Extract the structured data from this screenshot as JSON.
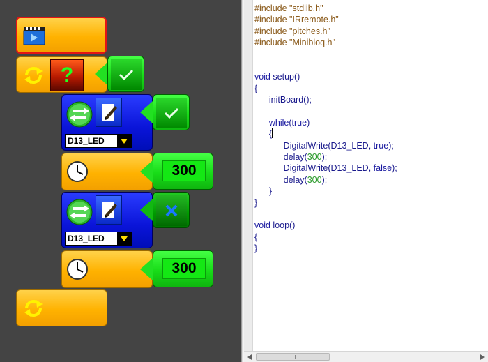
{
  "blocks": {
    "delay1_value": "300",
    "delay2_value": "300",
    "pin1_selected": "D13_LED",
    "pin2_selected": "D13_LED"
  },
  "code": {
    "lines": [
      [
        {
          "c": "pp",
          "t": "#include \"stdlib.h\""
        }
      ],
      [
        {
          "c": "pp",
          "t": "#include \"IRremote.h\""
        }
      ],
      [
        {
          "c": "pp",
          "t": "#include \"pitches.h\""
        }
      ],
      [
        {
          "c": "pp",
          "t": "#include \"Minibloq.h\""
        }
      ],
      [],
      [],
      [
        {
          "c": "kw",
          "t": "void"
        },
        {
          "c": "fn",
          "t": " setup()"
        }
      ],
      [
        {
          "c": "fn",
          "t": "{"
        }
      ],
      [
        {
          "c": "fn",
          "t": "      initBoard();"
        }
      ],
      [],
      [
        {
          "c": "fn",
          "t": "      "
        },
        {
          "c": "kw",
          "t": "while"
        },
        {
          "c": "fn",
          "t": "("
        },
        {
          "c": "bool",
          "t": "true"
        },
        {
          "c": "fn",
          "t": ")"
        }
      ],
      [
        {
          "c": "fn",
          "t": "      {"
        },
        {
          "c": "cursor",
          "t": ""
        }
      ],
      [
        {
          "c": "fn",
          "t": "            DigitalWrite(D13_LED, "
        },
        {
          "c": "bool",
          "t": "true"
        },
        {
          "c": "fn",
          "t": ");"
        }
      ],
      [
        {
          "c": "fn",
          "t": "            delay("
        },
        {
          "c": "lit",
          "t": "300"
        },
        {
          "c": "fn",
          "t": ");"
        }
      ],
      [
        {
          "c": "fn",
          "t": "            DigitalWrite(D13_LED, "
        },
        {
          "c": "bool",
          "t": "false"
        },
        {
          "c": "fn",
          "t": ");"
        }
      ],
      [
        {
          "c": "fn",
          "t": "            delay("
        },
        {
          "c": "lit",
          "t": "300"
        },
        {
          "c": "fn",
          "t": ");"
        }
      ],
      [
        {
          "c": "fn",
          "t": "      }"
        }
      ],
      [
        {
          "c": "fn",
          "t": "}"
        }
      ],
      [],
      [
        {
          "c": "kw",
          "t": "void"
        },
        {
          "c": "fn",
          "t": " loop()"
        }
      ],
      [
        {
          "c": "fn",
          "t": "{"
        }
      ],
      [
        {
          "c": "fn",
          "t": "}"
        }
      ]
    ]
  },
  "colors": {
    "canvas_bg": "#444444",
    "block_orange": "#ffb200",
    "block_blue": "#0a14d8",
    "param_green": "#18dc18",
    "start_border": "#e41414"
  },
  "icons": {
    "start": "clapperboard-icon",
    "loop": "loop-arrows-icon",
    "condition": "question-mark-icon",
    "true": "checkmark-icon",
    "false": "x-icon",
    "digital_write": "arrows-exchange-icon",
    "edit": "notepad-pencil-icon",
    "delay": "clock-icon",
    "dropdown": "triangle-down-icon"
  }
}
